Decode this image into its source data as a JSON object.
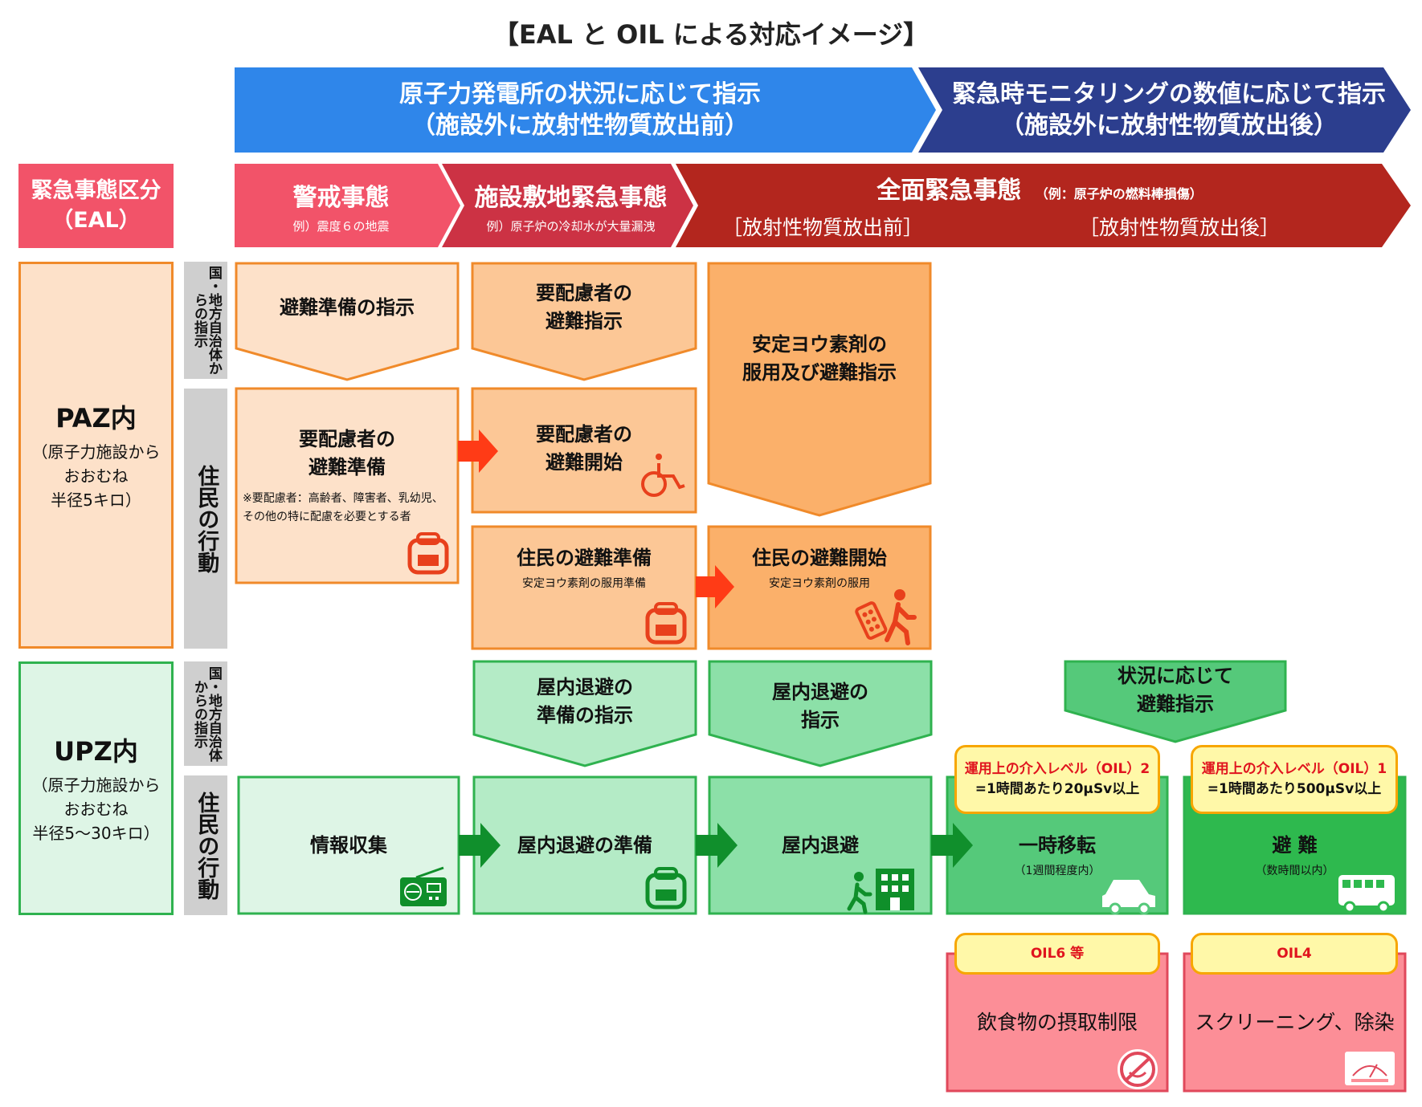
{
  "title": "【EAL と OIL による対応イメージ】",
  "top_arrows": {
    "before": {
      "line1": "原子力発電所の状況に応じて指示",
      "line2": "（施設外に放射性物質放出前）"
    },
    "after": {
      "line1": "緊急時モニタリングの数値に応じて指示",
      "line2": "（施設外に放射性物質放出後）"
    }
  },
  "eal": {
    "line1": "緊急事態区分",
    "line2": "（EAL）"
  },
  "categories": [
    {
      "title": "警戒事態",
      "sub": "例）震度６の地震"
    },
    {
      "title": "施設敷地緊急事態",
      "sub": "例）原子炉の冷却水が大量漏洩"
    },
    {
      "title": "全面緊急事態",
      "sub": "（例：原子炉の燃料棒損傷）",
      "phase_before": "［放射性物質放出前］",
      "phase_after": "［放射性物質放出後］"
    }
  ],
  "zones": {
    "paz": {
      "title": "PAZ内",
      "line1": "（原子力施設から",
      "line2": "おおむね",
      "line3": "半径5キロ）"
    },
    "upz": {
      "title": "UPZ内",
      "line1": "（原子力施設から",
      "line2": "おおむね",
      "line3": "半径5〜30キロ）"
    }
  },
  "side_labels": {
    "instruction": "国・地方自治体からの指示",
    "action": "住民の行動"
  },
  "paz": {
    "inst1": "避難準備の指示",
    "inst2_l1": "要配慮者の",
    "inst2_l2": "避難指示",
    "inst3_l1": "安定ヨウ素剤の",
    "inst3_l2": "服用及び避難指示",
    "act1_l1": "要配慮者の",
    "act1_l2": "避難準備",
    "act1_note": "※要配慮者：高齢者、障害者、乳幼児、その他の特に配慮を必要とする者",
    "act2_l1": "要配慮者の",
    "act2_l2": "避難開始",
    "act3_title": "住民の避難準備",
    "act3_sub": "安定ヨウ素剤の服用準備",
    "act4_title": "住民の避難開始",
    "act4_sub": "安定ヨウ素剤の服用"
  },
  "upz": {
    "inst1_l1": "屋内退避の",
    "inst1_l2": "準備の指示",
    "inst2_l1": "屋内退避の",
    "inst2_l2": "指示",
    "inst3_l1": "状況に応じて",
    "inst3_l2": "避難指示",
    "act1": "情報収集",
    "act2": "屋内退避の準備",
    "act3": "屋内退避",
    "act4_title": "一時移転",
    "act4_sub": "（1週間程度内）",
    "act5_title": "避 難",
    "act5_sub": "（数時間以内）"
  },
  "oil": {
    "oil2_label": "運用上の介入レベル（OIL）2",
    "oil2_rate": "=1時間あたり20μSv以上",
    "oil1_label": "運用上の介入レベル（OIL）1",
    "oil1_rate": "=1時間あたり500μSv以上",
    "oil6": "OIL6 等",
    "oil6_action": "飲食物の摂取制限",
    "oil4": "OIL4",
    "oil4_action": "スクリーニング、除染"
  },
  "colors": {
    "blue": "#2f86ea",
    "navy": "#2c3e8e",
    "pink": "#f25369",
    "crimson": "#cc3244",
    "darkred": "#b3261e",
    "paz_light": "#fde1c9",
    "paz_mid": "#fcc796",
    "paz_dark": "#fbb06a",
    "orange_border": "#f08a2a",
    "upz_light": "#def5e6",
    "upz_mid": "#b4ebc6",
    "upz_dark": "#8ce0a8",
    "green": "#2fb24f",
    "green_dark": "#1f9b3c"
  }
}
